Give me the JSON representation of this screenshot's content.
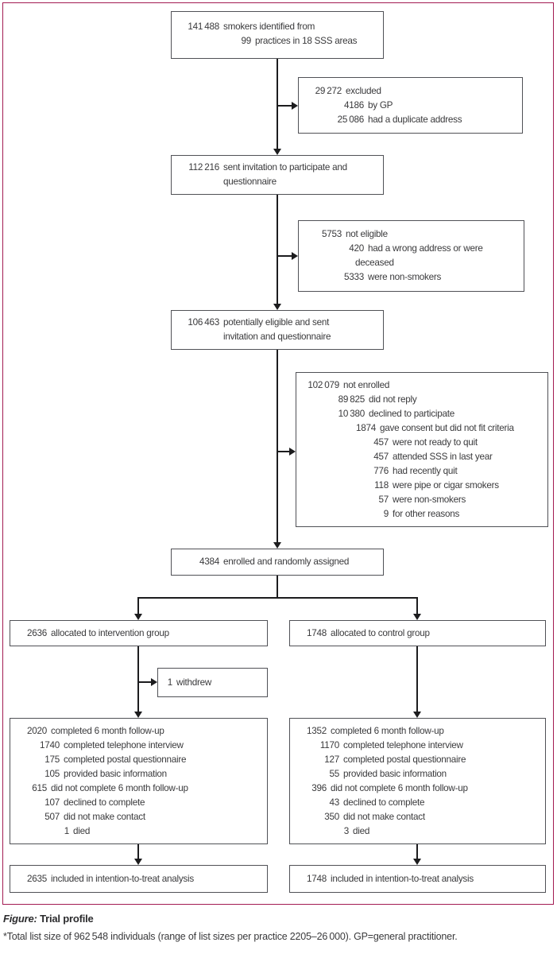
{
  "figure": {
    "caption_label": "Figure:",
    "caption_title": "Trial profile",
    "footnote": "*Total list size of 962 548 individuals (range of list sizes per practice 2205–26 000). GP=general practitioner."
  },
  "colors": {
    "frame": "#A31B52",
    "box_border": "#505156",
    "text": "#3A3A3C",
    "connector": "#1C1C1E"
  },
  "boxes": {
    "identified": {
      "lines": [
        {
          "n": "141 488",
          "t": "smokers identified from"
        },
        {
          "n": "99",
          "t": "practices in 18 SSS areas"
        }
      ]
    },
    "excluded": {
      "lines": [
        {
          "n": "29 272",
          "t": "excluded"
        },
        {
          "n": "4186",
          "t": "by GP"
        },
        {
          "n": "25 086",
          "t": "had a duplicate address"
        }
      ]
    },
    "invited": {
      "lines": [
        {
          "n": "112 216",
          "t": "sent invitation to participate and"
        },
        {
          "n": "",
          "t": "questionnaire"
        }
      ]
    },
    "not_eligible": {
      "lines": [
        {
          "n": "5753",
          "t": "not eligible"
        },
        {
          "n": "420",
          "t": "had a wrong address or were"
        },
        {
          "n": "",
          "t": "deceased"
        },
        {
          "n": "5333",
          "t": "were non-smokers"
        }
      ]
    },
    "potentially_eligible": {
      "lines": [
        {
          "n": "106 463",
          "t": "potentially eligible and sent"
        },
        {
          "n": "",
          "t": "invitation and questionnaire"
        }
      ]
    },
    "not_enrolled": {
      "lines": [
        {
          "n": "102 079",
          "t": "not enrolled"
        },
        {
          "n": "89 825",
          "t": "did not reply"
        },
        {
          "n": "10 380",
          "t": "declined to participate"
        },
        {
          "n": "1874",
          "t": "gave consent but did not fit criteria"
        },
        {
          "n": "457",
          "t": "were not ready to quit"
        },
        {
          "n": "457",
          "t": "attended SSS in last year"
        },
        {
          "n": "776",
          "t": "had recently quit"
        },
        {
          "n": "118",
          "t": "were pipe or cigar smokers"
        },
        {
          "n": "57",
          "t": "were non-smokers"
        },
        {
          "n": "9",
          "t": "for other reasons"
        }
      ]
    },
    "enrolled": {
      "lines": [
        {
          "n": "4384",
          "t": "enrolled and randomly assigned"
        }
      ]
    },
    "intervention": {
      "lines": [
        {
          "n": "2636",
          "t": "allocated to intervention group"
        }
      ]
    },
    "withdrew": {
      "lines": [
        {
          "n": "1",
          "t": "withdrew"
        }
      ]
    },
    "control": {
      "lines": [
        {
          "n": "1748",
          "t": "allocated to control group"
        }
      ]
    },
    "intervention_followup": {
      "lines": [
        {
          "n": "2020",
          "t": "completed 6 month follow-up"
        },
        {
          "n": "1740",
          "t": "completed telephone interview"
        },
        {
          "n": "175",
          "t": "completed postal questionnaire"
        },
        {
          "n": "105",
          "t": "provided basic information"
        },
        {
          "n": "615",
          "t": "did not complete 6 month follow-up"
        },
        {
          "n": "107",
          "t": "declined to complete"
        },
        {
          "n": "507",
          "t": "did not make contact"
        },
        {
          "n": "1",
          "t": "died"
        }
      ]
    },
    "control_followup": {
      "lines": [
        {
          "n": "1352",
          "t": "completed 6 month follow-up"
        },
        {
          "n": "1170",
          "t": "completed telephone interview"
        },
        {
          "n": "127",
          "t": "completed postal questionnaire"
        },
        {
          "n": "55",
          "t": "provided basic information"
        },
        {
          "n": "396",
          "t": "did not complete 6 month follow-up"
        },
        {
          "n": "43",
          "t": "declined to complete"
        },
        {
          "n": "350",
          "t": "did not make contact"
        },
        {
          "n": "3",
          "t": "died"
        }
      ]
    },
    "intervention_itt": {
      "lines": [
        {
          "n": "2635",
          "t": "included in intention-to-treat analysis"
        }
      ]
    },
    "control_itt": {
      "lines": [
        {
          "n": "1748",
          "t": "included in intention-to-treat analysis"
        }
      ]
    }
  }
}
